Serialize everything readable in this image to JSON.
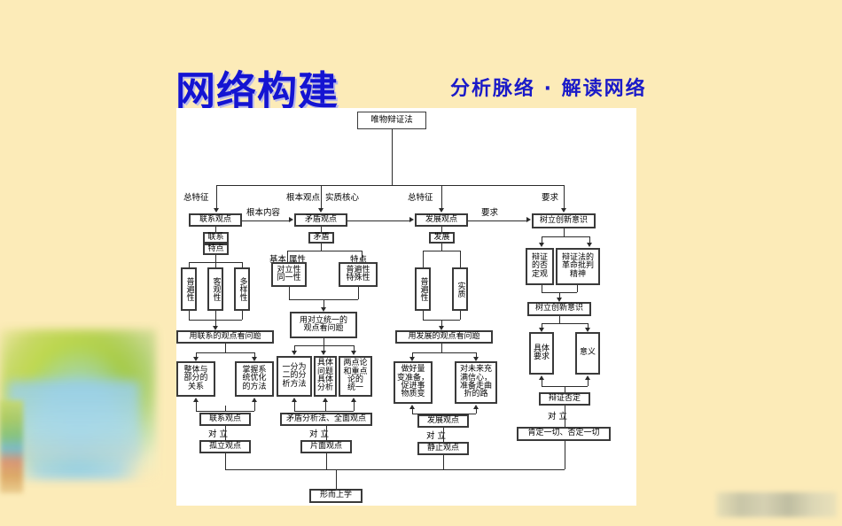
{
  "slide": {
    "title": "网络构建",
    "subtitle": "分析脉络 · 解读网络",
    "accent_color": "#1414d2",
    "background_color": "#fcebb8",
    "canvas_color": "#ffffff"
  },
  "diagram": {
    "type": "flowchart",
    "root": "唯物辩证法",
    "nodes": {
      "root": "唯物辩证法",
      "lianxi_guandian": "联系观点",
      "maodun_guandian": "矛盾观点",
      "fazhan_guandian": "发展观点",
      "shuli_chuangxin": "树立创新意识",
      "lianxi": "联系",
      "tedian": "特点",
      "pubianxing_l": "普遍性",
      "keguanxing": "客观性",
      "duoyangxing": "多样性",
      "maodun": "矛盾",
      "duilixing_tongyixing": "对立性\n同一性",
      "pubianxing_teshuxing": "普遍性\n特殊性",
      "fazhan": "发展",
      "pubianxing_f": "普遍性",
      "shizhi": "实质",
      "bianzheng_fouding_guan": "辩证\n的否\n定观",
      "geming_pipan": "辩证法的\n革命批判\n精神",
      "yong_lianxi": "用联系的观点看问题",
      "yong_duili_tongyi": "用对立统一的\n观点看问题",
      "yong_fazhan": "用发展的观点看问题",
      "shuli_chuangxin_2": "树立创新意识",
      "zhengti_bufen": "整体与\n部分的\n关系",
      "xitong_youhua": "掌握系\n统优化\n的方法",
      "yifenweier": "一分为\n二的分\n析方法",
      "juti_fenxi": "具体\n问题\n具体\n分析",
      "liangdianlun": "两点论\n和重点\n论的\n统一",
      "liangbian_zhunbei": "做好量\n变准备，\n促进事\n物质变",
      "weilai_xinxin": "对未来充\n满信心，\n准备走曲\n折的路",
      "juti_yaoqiu": "具体\n要求",
      "yiyi": "意义",
      "lianxi_guandian_2": "联系观点",
      "guli_guandian": "孤立观点",
      "maodun_fenxifa": "矛盾分析法、全面观点",
      "pianmian_guandian": "片面观点",
      "fazhan_guandian_2": "发展观点",
      "jingzhi_guandian": "静止观点",
      "bianzheng_fouding": "辩证否定",
      "kending_foudingyiqie": "肯定一切、否定一切",
      "xingershangxue": "形而上学"
    },
    "edge_labels": {
      "zongtezheng_1": "总特征",
      "genbenguandian": "根本观点",
      "shizhihexin": "实质核心",
      "zongtezheng_2": "总特征",
      "yaoqiu_1": "要求",
      "genbenneirong": "根本内容",
      "yaoqiu_2": "要求",
      "jibenshuxing": "基本 属性",
      "tedian_lbl": "特点",
      "duili_1": "对 立",
      "duili_2": "对 立",
      "duili_3": "对 立",
      "duili_4": "对 立"
    }
  }
}
